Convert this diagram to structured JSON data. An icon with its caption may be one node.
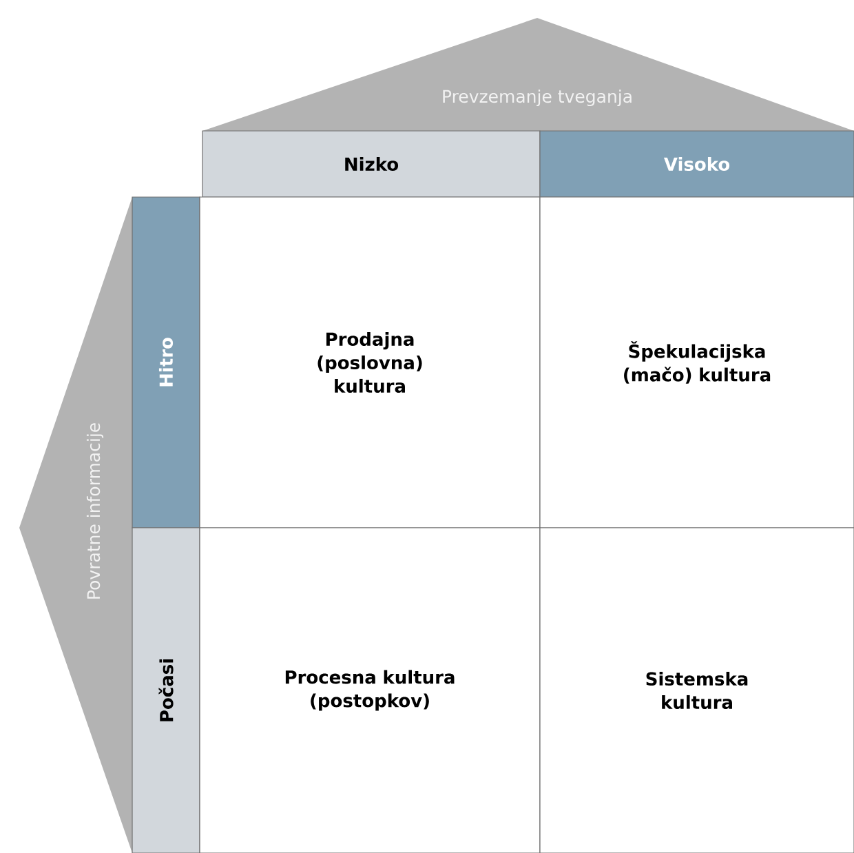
{
  "diagram": {
    "nodes": [
      {
        "text": [
          "Prevzemanje tveganja"
        ]
      },
      {
        "text": [
          "Nizko"
        ]
      },
      {
        "text": [
          "Visoko"
        ]
      },
      {
        "text": [
          "Povratne informacije"
        ]
      },
      {
        "text": [
          "Hitro"
        ]
      },
      {
        "text": [
          "Prodajna (poslovna) kultura"
        ]
      },
      {
        "text": [
          "Špekulacijska (mačo) kultura"
        ]
      },
      {
        "text": [
          "Počasi"
        ]
      },
      {
        "text": [
          "Procesna kultura (postopkov)"
        ]
      },
      {
        "text": [
          "Sistemska kultura"
        ]
      }
    ]
  }
}
